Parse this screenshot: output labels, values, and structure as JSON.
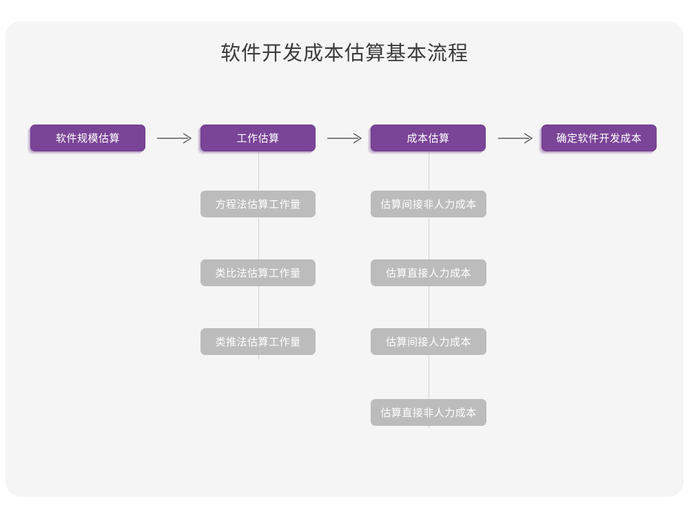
{
  "title": "软件开发成本估算基本流程",
  "colors": {
    "page_background": "#ffffff",
    "canvas_background": "#f5f5f5",
    "primary_node": "#7a4497",
    "primary_node_border": "#6d3c89",
    "secondary_node": "#bcbcbc",
    "node_text": "#ffffff",
    "title_text": "#3c3c3c",
    "connector_line": "#d2d2d2",
    "arrow": "#5a5a5a"
  },
  "chart_data": {
    "type": "diagram",
    "title": "软件开发成本估算基本流程",
    "layout": "left-to-right main flow with vertical sub-step branches",
    "main_flow": [
      {
        "id": "step-1",
        "label": "软件规模估算",
        "level": "primary",
        "sub_steps": []
      },
      {
        "id": "step-2",
        "label": "工作估算",
        "level": "primary",
        "sub_steps": [
          "方程法估算工作量",
          "类比法估算工作量",
          "类推法估算工作量"
        ]
      },
      {
        "id": "step-3",
        "label": "成本估算",
        "level": "primary",
        "sub_steps": [
          "估算间接非人力成本",
          "估算直接人力成本",
          "估算间接人力成本",
          "估算直接非人力成本"
        ]
      },
      {
        "id": "step-4",
        "label": "确定软件开发成本",
        "level": "primary",
        "sub_steps": []
      }
    ],
    "arrows": [
      {
        "from": "软件规模估算",
        "to": "工作估算",
        "style": "straight-right"
      },
      {
        "from": "工作估算",
        "to": "成本估算",
        "style": "straight-right"
      },
      {
        "from": "成本估算",
        "to": "确定软件开发成本",
        "style": "straight-right"
      }
    ]
  },
  "nodes": {
    "step1": {
      "label": "软件规模估算"
    },
    "step2": {
      "label": "工作估算"
    },
    "step3": {
      "label": "成本估算"
    },
    "step4": {
      "label": "确定软件开发成本"
    },
    "work_1": {
      "label": "方程法估算工作量"
    },
    "work_2": {
      "label": "类比法估算工作量"
    },
    "work_3": {
      "label": "类推法估算工作量"
    },
    "cost_1": {
      "label": "估算间接非人力成本"
    },
    "cost_2": {
      "label": "估算直接人力成本"
    },
    "cost_3": {
      "label": "估算间接人力成本"
    },
    "cost_4": {
      "label": "估算直接非人力成本"
    }
  }
}
